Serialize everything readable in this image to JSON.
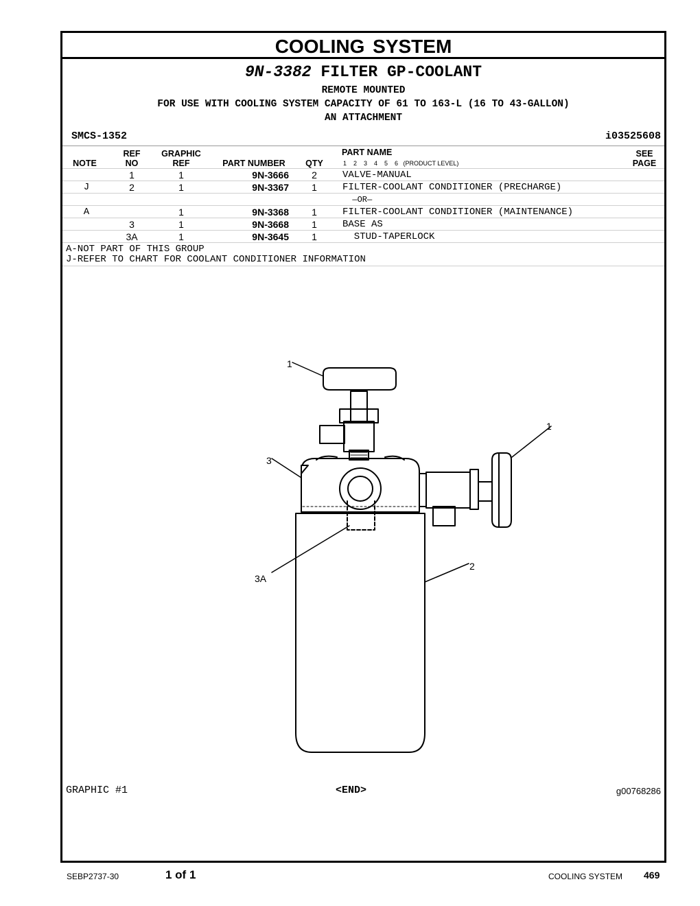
{
  "section_title": "COOLING SYSTEM",
  "group": {
    "part_number": "9N-3382",
    "name": "FILTER GP-COOLANT",
    "lines": [
      "REMOTE MOUNTED",
      "FOR USE WITH COOLING SYSTEM CAPACITY OF 61 TO 163-L (16 TO 43-GALLON)",
      "AN ATTACHMENT"
    ]
  },
  "smcs": "SMCS-1352",
  "ident": "i03525608",
  "table": {
    "headers": {
      "note": "NOTE",
      "ref_top": "REF",
      "ref_bottom": "NO",
      "graphic_top": "GRAPHIC",
      "graphic_bottom": "REF",
      "part_number": "PART NUMBER",
      "qty": "QTY",
      "part_name": "PART NAME",
      "levels": "1    2    3    4    5    6   (PRODUCT LEVEL)",
      "see_top": "SEE",
      "see_bottom": "PAGE"
    },
    "rows": [
      {
        "note": "",
        "ref": "1",
        "graphic": "1",
        "part_number": "9N-3666",
        "qty": "2",
        "name": "VALVE-MANUAL"
      },
      {
        "note": "J",
        "ref": "2",
        "graphic": "1",
        "part_number": "9N-3367",
        "qty": "1",
        "name": "FILTER-COOLANT CONDITIONER (PRECHARGE)"
      },
      {
        "note": "",
        "ref": "",
        "graphic": "",
        "part_number": "",
        "qty": "",
        "name": "  —OR—"
      },
      {
        "note": "A",
        "ref": "",
        "graphic": "1",
        "part_number": "9N-3368",
        "qty": "1",
        "name": "FILTER-COOLANT CONDITIONER (MAINTENANCE)"
      },
      {
        "note": "",
        "ref": "3",
        "graphic": "1",
        "part_number": "9N-3668",
        "qty": "1",
        "name": "BASE AS"
      },
      {
        "note": "",
        "ref": "3A",
        "graphic": "1",
        "part_number": "9N-3645",
        "qty": "1",
        "name": "  STUD-TAPERLOCK"
      }
    ]
  },
  "notes": [
    "A-NOT PART OF THIS GROUP",
    "J-REFER TO CHART FOR COOLANT CONDITIONER INFORMATION"
  ],
  "callouts": {
    "valve_top": "1",
    "valve_side": "1",
    "base": "3",
    "stud": "3A",
    "filter": "2"
  },
  "graphic_label": "GRAPHIC #1",
  "end_label": "<END>",
  "graphic_id": "g00768286",
  "footer": {
    "doc_number": "SEBP2737-30",
    "page_of": "1 of 1",
    "section": "COOLING SYSTEM",
    "page_number": "469"
  }
}
